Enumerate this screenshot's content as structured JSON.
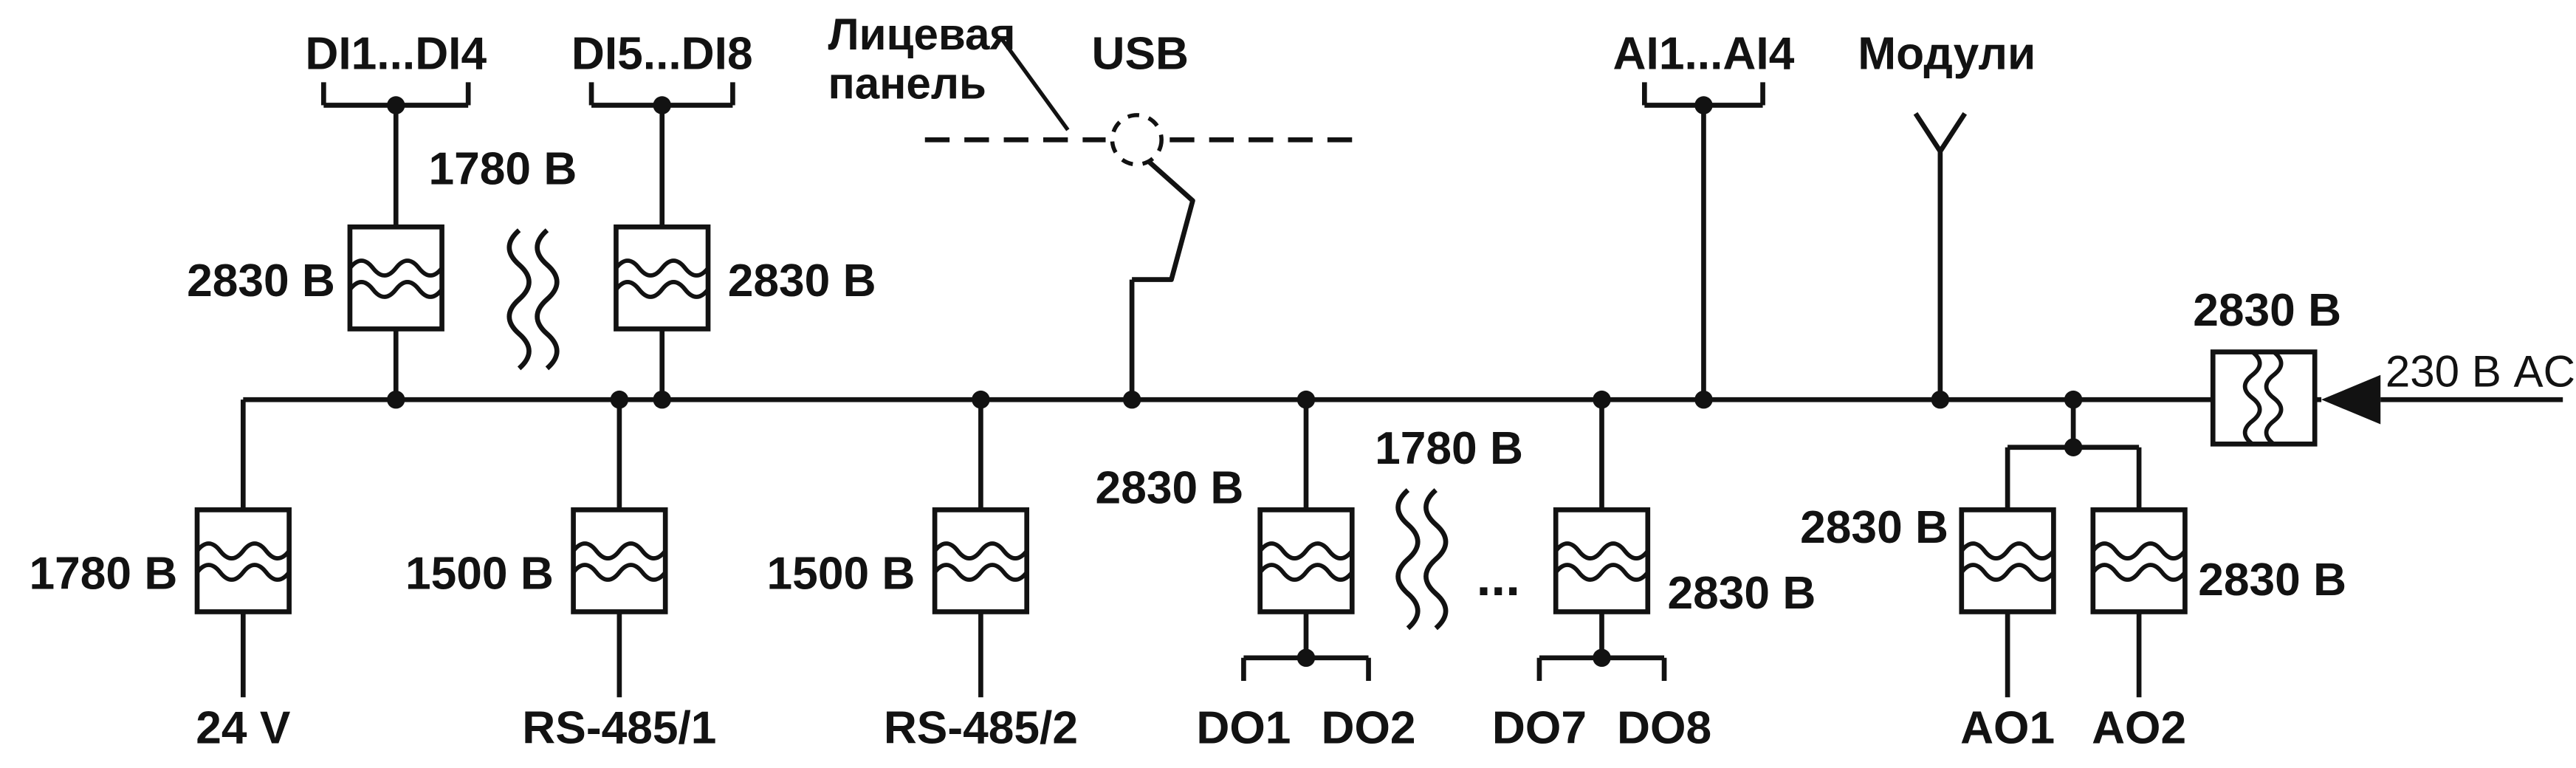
{
  "diagram": {
    "description": "Galvanic isolation schematic of controller ports",
    "colors": {
      "line": "#121212",
      "background": "#ffffff"
    },
    "top_ports": {
      "di1_4": {
        "label": "DI1...DI4",
        "isolation": "2830 В"
      },
      "di_gap": {
        "isolation": "1780 В"
      },
      "di5_8": {
        "label": "DI5...DI8",
        "isolation": "2830 В"
      },
      "front_panel": {
        "line1": "Лицевая",
        "line2": "панель"
      },
      "usb": {
        "label": "USB"
      },
      "ai1_4": {
        "label": "AI1...AI4"
      },
      "modules": {
        "label": "Модули"
      }
    },
    "power_input": {
      "isolation": "2830 В",
      "label": "230 В AC"
    },
    "bottom_ports": {
      "power24": {
        "isolation": "1780 В",
        "label": "24 V"
      },
      "rs485_1": {
        "isolation": "1500 В",
        "label": "RS-485/1"
      },
      "rs485_2": {
        "isolation": "1500 В",
        "label": "RS-485/2"
      },
      "do1_2": {
        "isolation": "2830 В",
        "do1": "DO1",
        "do2": "DO2"
      },
      "do_gap": {
        "isolation": "1780 В",
        "ellipsis": "..."
      },
      "do7_8": {
        "isolation": "2830 В",
        "do7": "DO7",
        "do8": "DO8"
      },
      "ao1_2": {
        "isolation_left": "2830 В",
        "isolation_right": "2830 В",
        "ao1": "AO1",
        "ao2": "AO2"
      }
    }
  }
}
